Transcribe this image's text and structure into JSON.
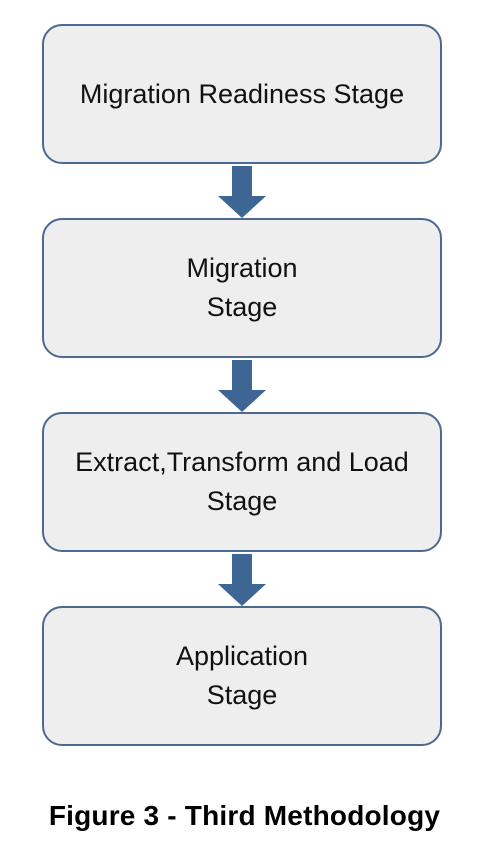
{
  "diagram": {
    "stages": [
      {
        "label": "Migration Readiness Stage"
      },
      {
        "label": "Migration\n Stage"
      },
      {
        "label": "Extract,Transform and Load\nStage"
      },
      {
        "label": "Application\n Stage"
      }
    ],
    "caption": "Figure 3 - Third Methodology"
  },
  "colors": {
    "box_fill": "#eeeeee",
    "box_border": "#4a6a90",
    "arrow": "#3d6694"
  }
}
